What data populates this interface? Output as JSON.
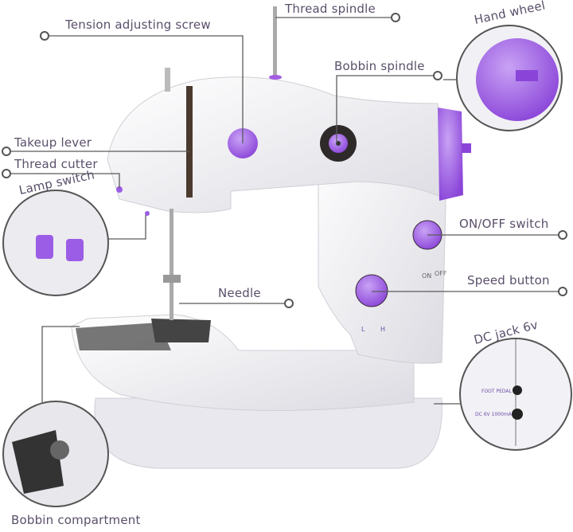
{
  "labels": {
    "thread_spindle": "Thread spindle",
    "tension_screw": "Tension adjusting screw",
    "bobbin_spindle": "Bobbin spindle",
    "hand_wheel": "Hand wheel",
    "takeup_lever": "Takeup lever",
    "thread_cutter": "Thread cutter",
    "lamp_switch": "Lamp switch",
    "on_off_switch": "ON/OFF switch",
    "speed_button": "Speed button",
    "needle": "Needle",
    "dc_jack": "DC jack 6v",
    "bobbin_compartment": "Bobbin compartment"
  },
  "markings": {
    "on": "ON",
    "off": "OFF",
    "low": "L",
    "high": "H",
    "foot_pedal": "FOOT PEDAL",
    "dc_rating": "DC 6V 1000mA"
  },
  "colors": {
    "accent_purple": "#9b5de5",
    "label_text": "#5a4f6a",
    "leader_line": "#5a5a5a",
    "body_white": "#f4f3f6"
  }
}
